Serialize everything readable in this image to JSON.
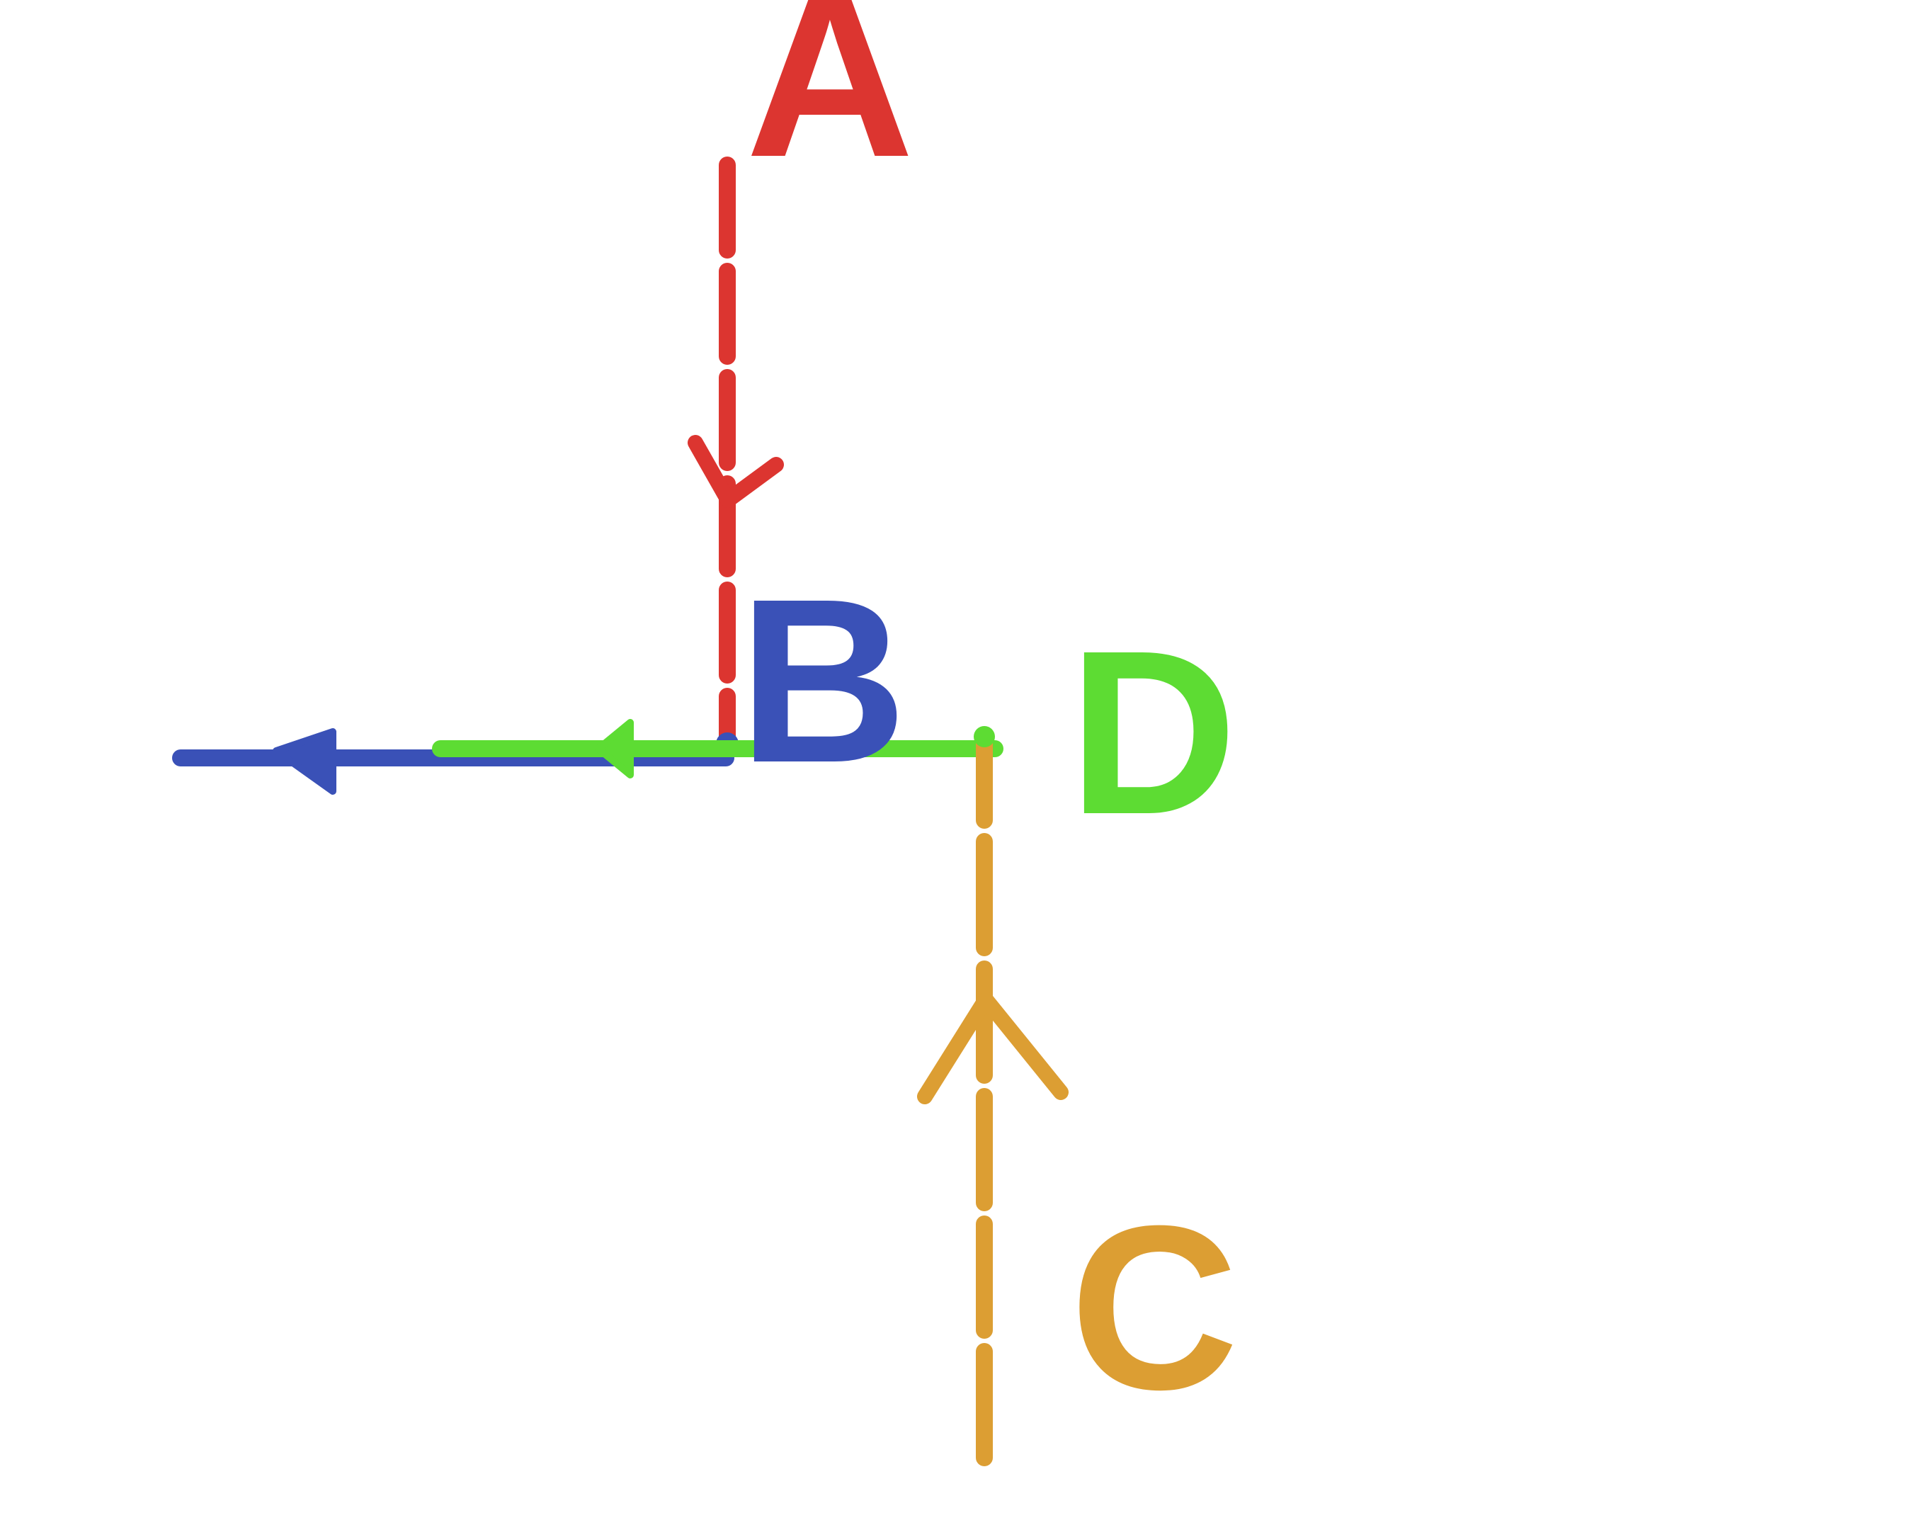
{
  "diagram": {
    "labels": [
      {
        "id": "a",
        "text": "A",
        "color": "#dc3530"
      },
      {
        "id": "b",
        "text": "B",
        "color": "#3a51b7"
      },
      {
        "id": "c",
        "text": "C",
        "color": "#dc9e33"
      },
      {
        "id": "d",
        "text": "D",
        "color": "#5ddc33"
      }
    ],
    "paths": [
      {
        "id": "path-a",
        "color": "#dc3530",
        "style": "dashed",
        "direction": "down"
      },
      {
        "id": "path-b",
        "color": "#3a51b7",
        "style": "solid",
        "direction": "left"
      },
      {
        "id": "path-d",
        "color": "#5ddc33",
        "style": "solid",
        "direction": "left"
      },
      {
        "id": "path-c",
        "color": "#dc9e33",
        "style": "dashed",
        "direction": "up"
      }
    ]
  }
}
